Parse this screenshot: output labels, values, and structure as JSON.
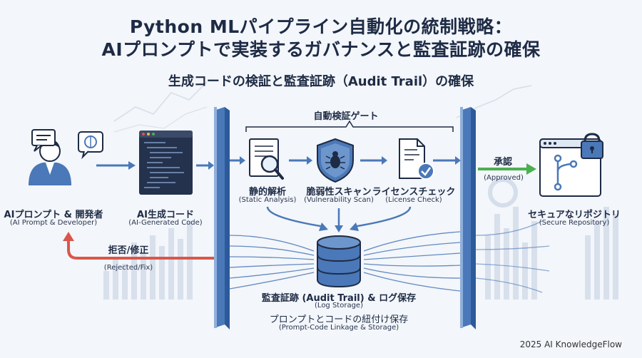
{
  "header": {
    "title_line1": "Python MLパイプライン自動化の統制戦略：",
    "title_line2": "AIプロンプトで実装するガバナンスと監査証跡の確保",
    "subtitle": "生成コードの検証と監査証跡（Audit Trail）の確保"
  },
  "gate": {
    "label": "自動検証ゲート"
  },
  "developer": {
    "label": "AIプロンプト & 開発者",
    "label_en": "(AI Prompt & Developer)"
  },
  "code": {
    "label": "AI生成コード",
    "label_en": "(AI-Generated Code)"
  },
  "checks": [
    {
      "label": "静的解析",
      "label_en": "(Static Analysis)",
      "icon": "magnifier-icon"
    },
    {
      "label": "脆弱性スキャン",
      "label_en": "(Vulnerability Scan)",
      "icon": "bug-shield-icon"
    },
    {
      "label": "ライセンスチェック",
      "label_en": "(License Check)",
      "icon": "license-document-icon"
    }
  ],
  "approve": {
    "label": "承認",
    "label_en": "(Approved)"
  },
  "reject": {
    "label": "拒否/修正",
    "label_en": "(Rejected/Fix)"
  },
  "repo": {
    "label": "セキュアなリポジトリ",
    "label_en": "(Secure Repository)"
  },
  "storage": {
    "label": "監査証跡 (Audit Trail) & ログ保存",
    "label_en": "(Log Storage)",
    "label2": "プロンプトとコードの紐付け保存",
    "label2_en": "(Prompt-Code Linkage & Storage)"
  },
  "footer": "2025 AI KnowledgeFlow",
  "colors": {
    "navy": "#1e2b45",
    "blue": "#4a78b8",
    "green": "#4caf50",
    "red": "#d9574a"
  }
}
